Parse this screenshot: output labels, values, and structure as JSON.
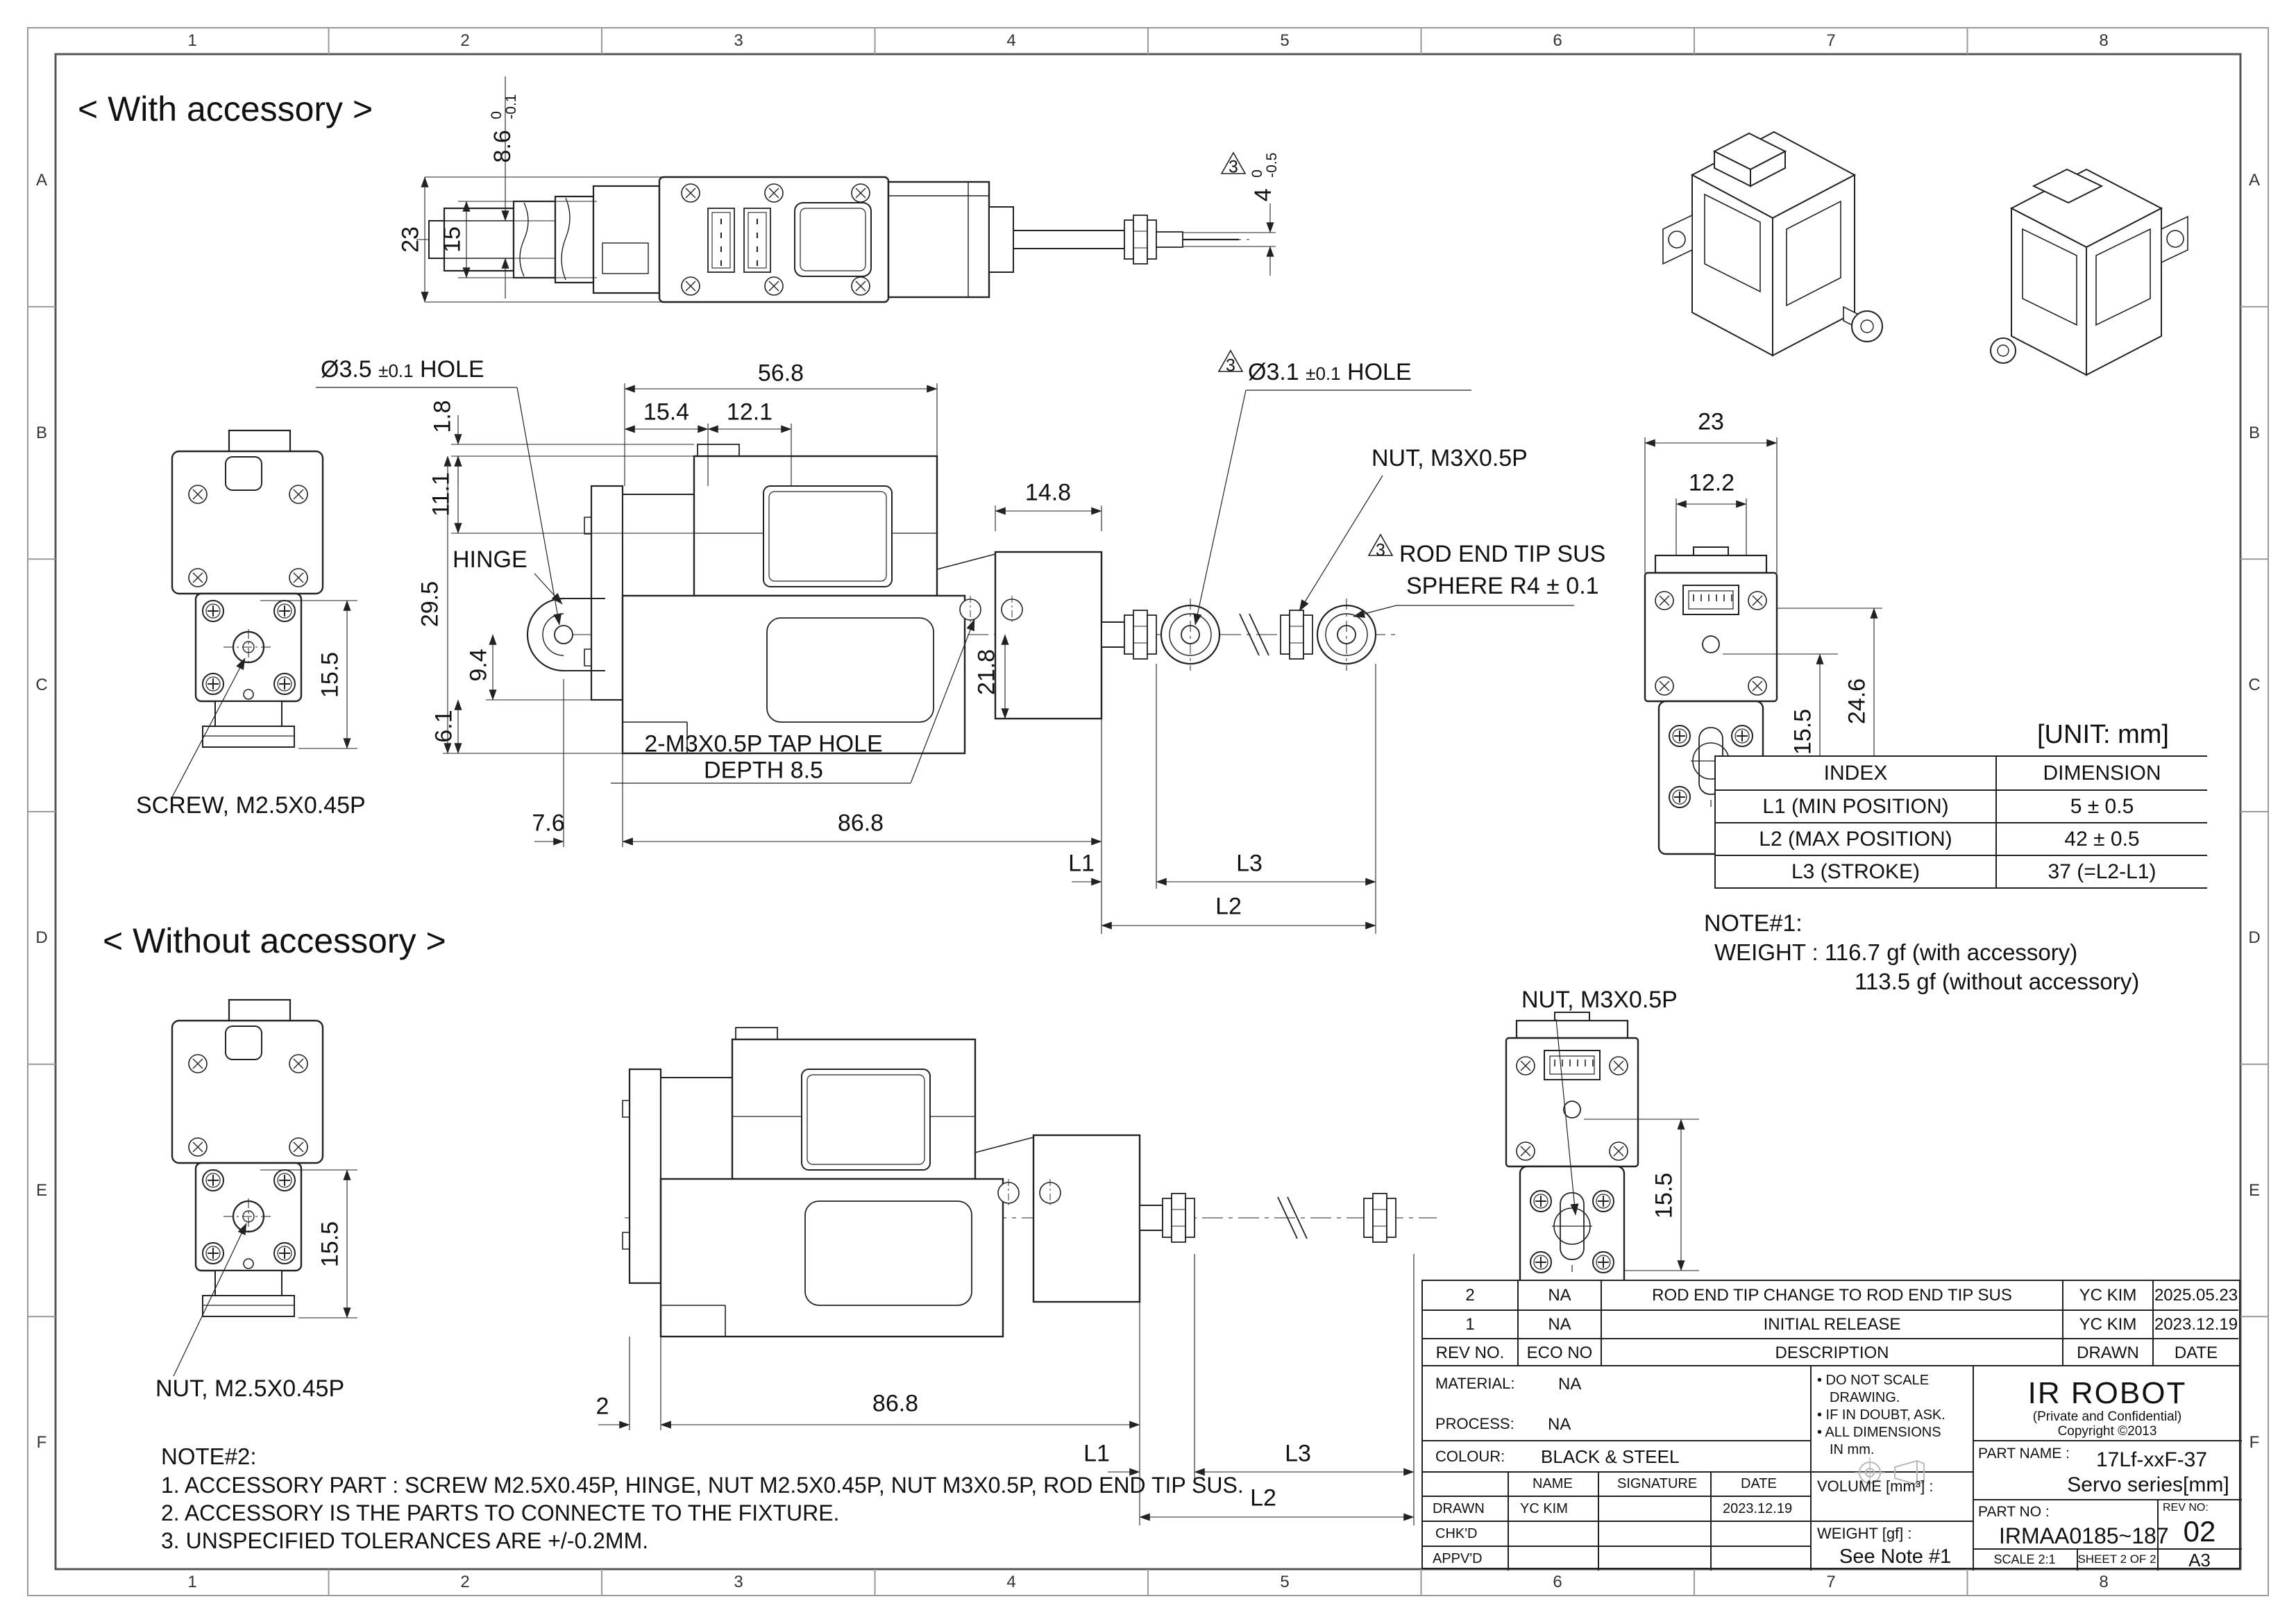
{
  "sheet": {
    "grid_cols": [
      "1",
      "2",
      "3",
      "4",
      "5",
      "6",
      "7",
      "8"
    ],
    "grid_rows": [
      "A",
      "B",
      "C",
      "D",
      "E",
      "F"
    ]
  },
  "titles": {
    "with_accessory": "< With accessory >",
    "without_accessory": "< Without accessory >",
    "unit": "[UNIT: mm]"
  },
  "flags": {
    "tri": "3"
  },
  "callouts": {
    "hole35_dia": "Ø3.5",
    "hole35_tol": "±0.1",
    "hole35_suffix": "HOLE",
    "hole31_dia": "Ø3.1",
    "hole31_tol": "±0.1",
    "hole31_suffix": "HOLE",
    "hinge": "HINGE",
    "screw_m25": "SCREW, M2.5X0.45P",
    "nut_m25": "NUT, M2.5X0.45P",
    "nut_m3_top": "NUT, M3X0.5P",
    "nut_m3_bottom": "NUT, M3X0.5P",
    "rod_end_line1": "ROD END TIP SUS",
    "rod_end_line2": "SPHERE R4 ± 0.1",
    "tap_hole_line1": "2-M3X0.5P TAP HOLE",
    "tap_hole_line2": "DEPTH 8.5"
  },
  "dims": {
    "d23": "23",
    "d15": "15",
    "d86": {
      "v": "8.6",
      "hi": "0",
      "lo": "-0.1"
    },
    "d4": {
      "v": "4",
      "hi": "0",
      "lo": "-0.5"
    },
    "d568": "56.8",
    "d154": "15.4",
    "d121": "12.1",
    "d148": "14.8",
    "d18": "1.8",
    "d111": "11.1",
    "d295": "29.5",
    "d94": "9.4",
    "d61": "6.1",
    "d155": "15.5",
    "d218": "21.8",
    "d76": "7.6",
    "d868": "86.8",
    "d2": "2",
    "d23r": "23",
    "d122": "12.2",
    "d246": "24.6",
    "L1": "L1",
    "L2": "L2",
    "L3": "L3"
  },
  "index_table": {
    "h1": "INDEX",
    "h2": "DIMENSION",
    "r1c1": "L1 (MIN POSITION)",
    "r1c2": "5 ± 0.5",
    "r2c1": "L2 (MAX POSITION)",
    "r2c2": "42 ± 0.5",
    "r3c1": "L3 (STROKE)",
    "r3c2": "37 (=L2-L1)"
  },
  "note1": {
    "title": "NOTE#1:",
    "line1": "WEIGHT :  116.7 gf  (with accessory)",
    "line2": "113.5 gf  (without accessory)"
  },
  "note2": {
    "title": "NOTE#2:",
    "item1": "1. ACCESSORY PART :  SCREW M2.5X0.45P, HINGE, NUT M2.5X0.45P, NUT M3X0.5P, ROD END TIP SUS.",
    "item2": "2. ACCESSORY IS THE PARTS TO CONNECTE TO THE FIXTURE.",
    "item3": "3. UNSPECIFIED TOLERANCES ARE +/-0.2MM."
  },
  "revisions": {
    "r2_no": "2",
    "r2_eco": "NA",
    "r2_desc": "ROD END TIP CHANGE TO ROD END TIP SUS",
    "r2_by": "YC KIM",
    "r2_date": "2025.05.23",
    "r1_no": "1",
    "r1_eco": "NA",
    "r1_desc": "INITIAL RELEASE",
    "r1_by": "YC KIM",
    "r1_date": "2023.12.19",
    "h_no": "REV NO.",
    "h_eco": "ECO NO",
    "h_desc": "DESCRIPTION",
    "h_by": "DRAWN",
    "h_date": "DATE"
  },
  "title_block": {
    "material_label": "MATERIAL:",
    "material": "NA",
    "process_label": "PROCESS:",
    "process": "NA",
    "colour_label": "COLOUR:",
    "colour": "BLACK & STEEL",
    "name_h": "NAME",
    "signature_h": "SIGNATURE",
    "date_h": "DATE",
    "drawn_label": "DRAWN",
    "drawn_name": "YC KIM",
    "drawn_date": "2023.12.19",
    "chkd_label": "CHK'D",
    "appvd_label": "APPV'D",
    "note_1": "• DO NOT SCALE",
    "note_2": "  DRAWING.",
    "note_3": "• IF IN DOUBT, ASK.",
    "note_4": "• ALL DIMENSIONS",
    "note_5": "  IN mm.",
    "volume_label": "VOLUME [mm³] :",
    "weight_label": "WEIGHT [gf] :",
    "weight_value": "See Note #1",
    "company": "IR ROBOT",
    "confidential": "(Private and Confidential)",
    "copyright": "Copyright ©2013",
    "part_name_label": "PART NAME :",
    "part_name_1": "17Lf-xxF-37",
    "part_name_2": "Servo series[mm]",
    "part_no_label": "PART NO :",
    "part_no": "IRMAA0185~187",
    "rev_no_label": "REV NO:",
    "rev_no": "02",
    "scale": "SCALE  2:1",
    "sheet_of": "SHEET 2 OF 2",
    "paper": "A3"
  }
}
